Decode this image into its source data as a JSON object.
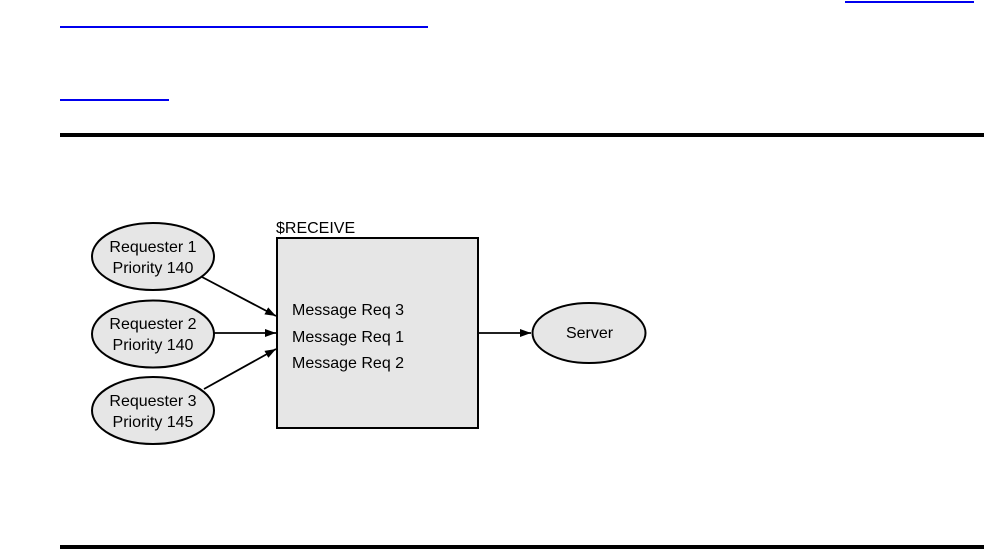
{
  "colors": {
    "link_color": "#0000ee",
    "rule_color": "#000000",
    "shape_fill": "#e6e6e6",
    "shape_stroke": "#000000",
    "text_color": "#000000"
  },
  "diagram": {
    "receive_label": "$RECEIVE",
    "queue_items": [
      "Message Req 3",
      "Message Req 1",
      "Message Req 2"
    ],
    "requesters": [
      {
        "name": "Requester 1",
        "priority": "Priority 140"
      },
      {
        "name": "Requester 2",
        "priority": "Priority 140"
      },
      {
        "name": "Requester 3",
        "priority": "Priority 145"
      }
    ],
    "server_label": "Server"
  }
}
